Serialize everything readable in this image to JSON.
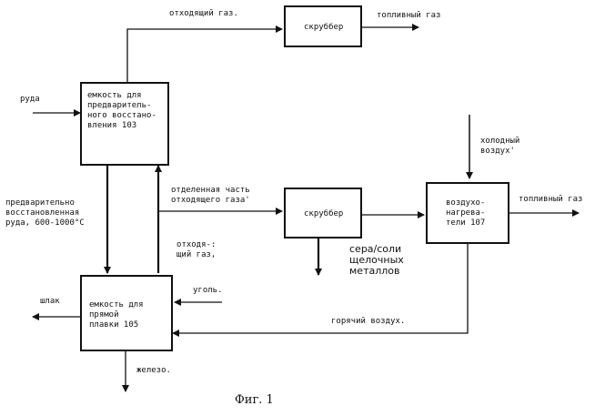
{
  "boxes": {
    "prereduction_vessel": "емкость для\nпредваритель-\nного восстано-\nвления 103",
    "smelting_vessel": "емкость для\nпрямой\nплавки 105",
    "scrubber_top": "скруббер",
    "scrubber_mid": "скруббер",
    "air_heater": "воздухо-\nнагрева-\nтели 107"
  },
  "labels": {
    "offgas_top": "отходящий газ.",
    "fuel_gas_top": "топливный газ",
    "ore": "руда",
    "prereduced_ore": "предварительно\nвосстановленная\nруда, 600-1000°C",
    "separated_part": "отделенная часть\nотходящего газа'",
    "cold_air": "холодный\nвоздух'",
    "fuel_gas_right": "топливный газ",
    "offgas_mid": "отходя-:\nщий газ,",
    "sulfur_alkali": "сера/соли\nщелочных\nметаллов",
    "slag": "шлак",
    "coal": "уголь.",
    "hot_air": "горячий воздух.",
    "iron": "железо."
  },
  "caption": "Фиг. 1"
}
